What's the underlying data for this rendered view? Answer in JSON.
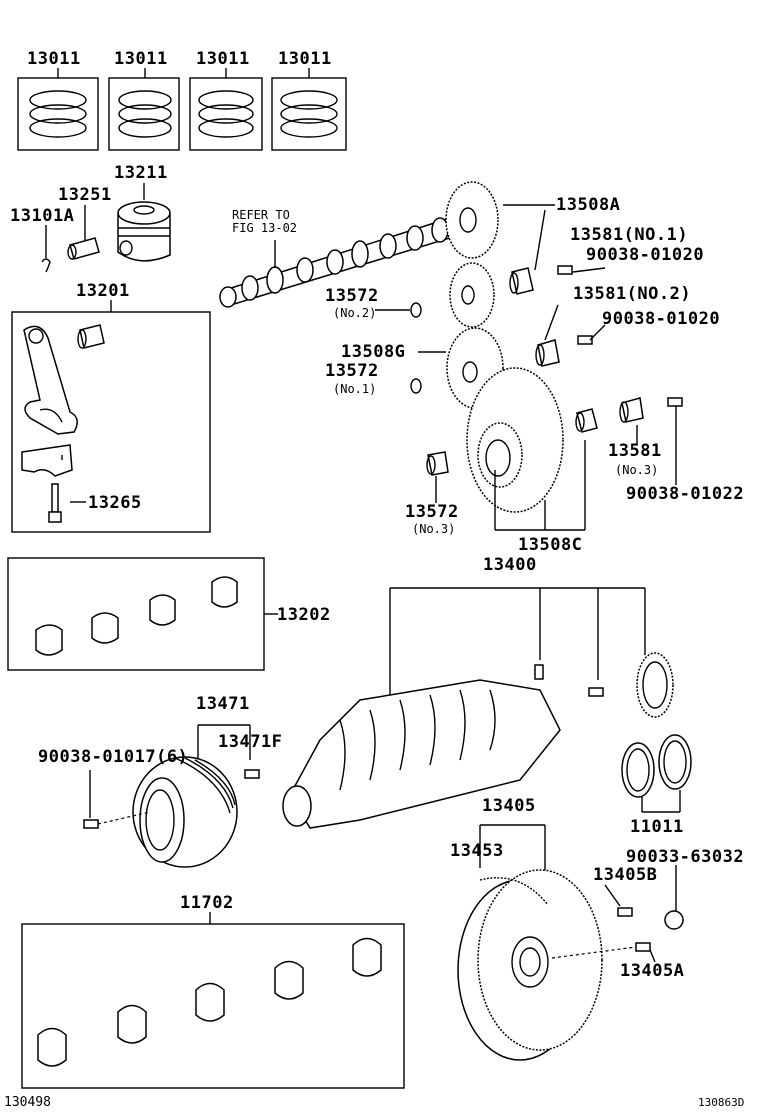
{
  "labels": {
    "ring1": "13011",
    "ring2": "13011",
    "ring3": "13011",
    "ring4": "13011",
    "piston": "13211",
    "pin": "13251",
    "snap": "13101A",
    "conrod_set": "13201",
    "conrod_bolt": "13265",
    "refer_line1": "REFER TO",
    "refer_line2": "FIG 13-02",
    "gear_a": "13508A",
    "bush_no1": "13581(NO.1)",
    "bolt_1": "90038-01020",
    "washer_no2": "13572",
    "washer_no2_sub": "(No.2)",
    "bush_no2": "13581(NO.2)",
    "bolt_2": "90038-01020",
    "gear_g": "13508G",
    "washer_no1": "13572",
    "washer_no1_sub": "(No.1)",
    "bush_no3": "13581",
    "bush_no3_sub": "(No.3)",
    "bolt_3": "90038-01022",
    "washer_no3": "13572",
    "washer_no3_sub": "(No.3)",
    "gear_c": "13508C",
    "crankshaft": "13400",
    "rod_bearing": "13202",
    "pulley": "13471",
    "pulley_key": "13471F",
    "pulley_bolt": "90038-01017(6)",
    "flywheel": "13405",
    "ring_gear": "13453",
    "flywheel_bolt": "13405B",
    "flywheel_pin": "13405A",
    "plug": "90033-63032",
    "oil_seal": "11011",
    "main_bearing": "11702",
    "fig_left": "130498",
    "fig_right": "130863D"
  }
}
